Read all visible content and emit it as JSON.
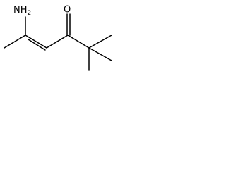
{
  "molecule": {
    "amine_label": "NH2",
    "amine_text_main": "NH",
    "amine_subscript": "2",
    "ketone_label": "O"
  },
  "colors": {
    "bond": "#000000",
    "label": "#000000",
    "background": "#ffffff"
  }
}
